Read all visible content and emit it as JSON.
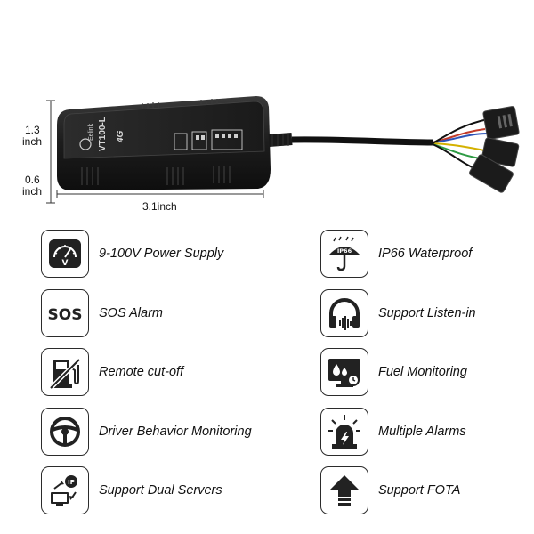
{
  "product": {
    "brand": "Eelink",
    "model": "VT100-L",
    "network_badge": "4G",
    "dimensions": {
      "height_a_value": "1.3",
      "height_a_unit": "inch",
      "height_b_value": "0.6",
      "height_b_unit": "inch",
      "length": "3.1inch"
    }
  },
  "features": {
    "left": [
      {
        "label": "9-100V Power Supply",
        "icon": "voltage-meter-icon"
      },
      {
        "label": "SOS Alarm",
        "icon": "sos-icon",
        "icon_text": "SOS"
      },
      {
        "label": "Remote cut-off",
        "icon": "fuel-pump-cutoff-icon"
      },
      {
        "label": "Driver Behavior Monitoring",
        "icon": "steering-wheel-icon"
      },
      {
        "label": "Support Dual Servers",
        "icon": "dual-server-icon",
        "icon_text": "IP"
      }
    ],
    "right": [
      {
        "label": "IP66 Waterproof",
        "icon": "umbrella-icon",
        "icon_text": "IP66"
      },
      {
        "label": "Support Listen-in",
        "icon": "headphones-icon"
      },
      {
        "label": "Fuel Monitoring",
        "icon": "fuel-monitor-icon"
      },
      {
        "label": "Multiple Alarms",
        "icon": "alarm-light-icon"
      },
      {
        "label": "Support FOTA",
        "icon": "upload-arrow-icon"
      }
    ]
  },
  "colors": {
    "device_body": "#1c1c1c",
    "icon_stroke": "#2b2b2b",
    "icon_fill": "#222222",
    "text": "#111111"
  }
}
